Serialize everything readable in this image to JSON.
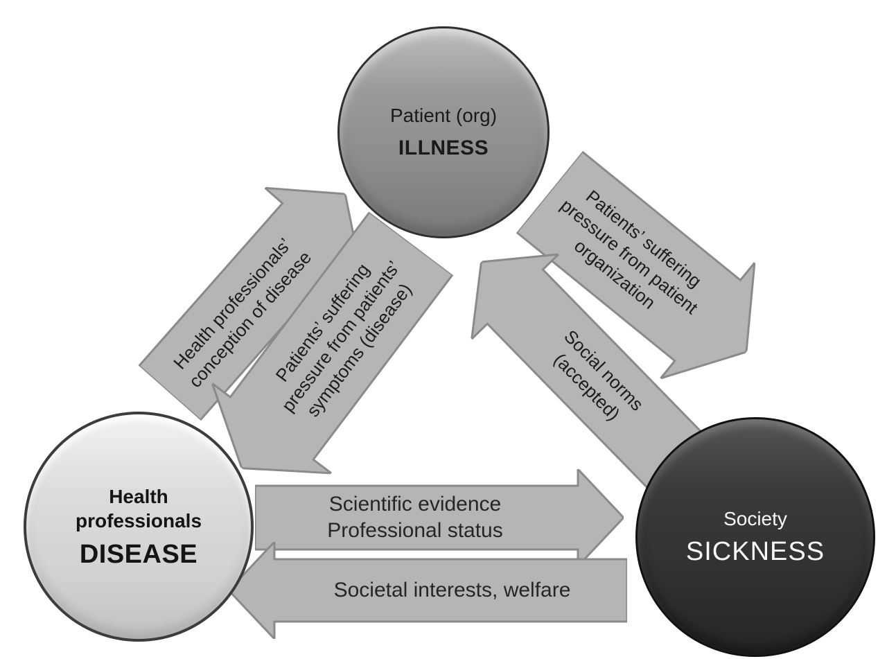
{
  "diagram": {
    "background": "#ffffff",
    "nodes": {
      "patient": {
        "title": "Patient (org)",
        "keyword": "ILLNESS"
      },
      "health_professionals": {
        "title_lines": [
          "Health",
          "professionals"
        ],
        "keyword": "DISEASE"
      },
      "society": {
        "title": "Society",
        "keyword": "SICKNESS"
      }
    },
    "arrows": {
      "hp_to_patient": {
        "direction": "up-right",
        "lines": [
          "Health professionals’",
          "conception of disease"
        ]
      },
      "patient_to_hp": {
        "direction": "down-left",
        "lines": [
          "Patients’ suffering",
          "pressure from patients’",
          "symptoms (disease)"
        ]
      },
      "patient_to_society": {
        "direction": "down-right",
        "lines": [
          "Patients’ suffering",
          "pressure from patient",
          "organization"
        ]
      },
      "society_to_patient": {
        "direction": "up-left",
        "lines": [
          "Social norms",
          "(accepted)"
        ]
      },
      "hp_to_society": {
        "direction": "right",
        "lines": [
          "Scientific evidence",
          "Professional status"
        ]
      },
      "society_to_hp": {
        "direction": "left",
        "lines": [
          "Societal interests, welfare"
        ]
      }
    },
    "colors": {
      "arrow_fill": "#b5b5b5",
      "arrow_border": "#8a8a8a",
      "patient_circle": "#8e8e8e",
      "health_professionals_circle": "#d6d6d6",
      "society_circle": "#313131"
    }
  }
}
